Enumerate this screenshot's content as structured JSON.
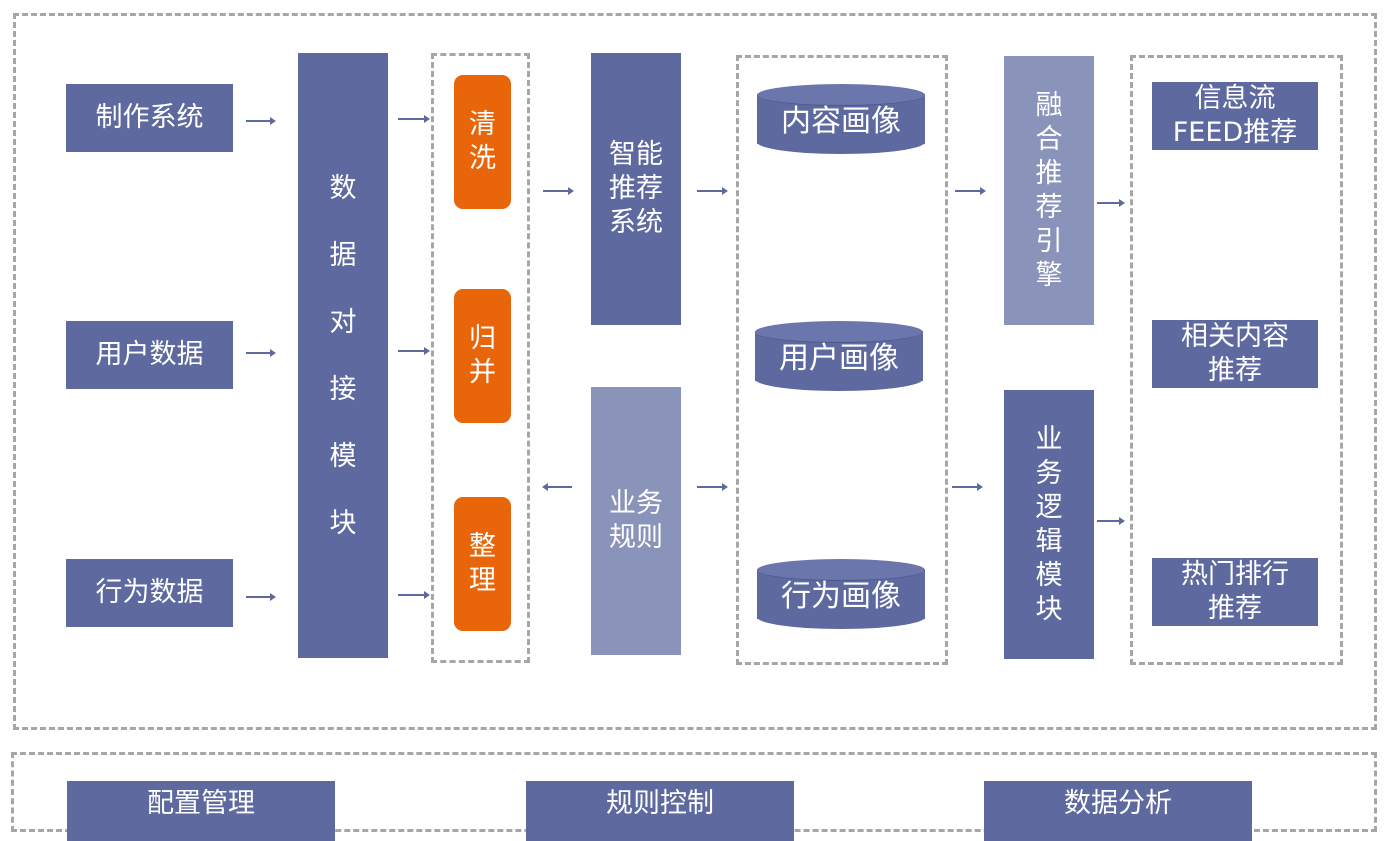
{
  "sources": [
    "制作系统",
    "用户数据",
    "行为数据"
  ],
  "data_module": "数\n据\n对\n接\n模\n块",
  "processing": [
    "清\n洗",
    "归\n并",
    "整\n理"
  ],
  "smart_system": "智能\n推荐\n系统",
  "business_rules": "业务\n规则",
  "profiles": [
    "内容画像",
    "用户画像",
    "行为画像"
  ],
  "fusion_engine": "融\n合\n推\n荐\n引\n擎",
  "business_logic": "业\n务\n逻\n辑\n模\n块",
  "outputs": [
    "信息流\nFEED推荐",
    "相关内容\n推荐",
    "热门排行\n推荐"
  ],
  "bottom_tools": [
    "配置管理",
    "规则控制",
    "数据分析"
  ],
  "colors": {
    "primary": "#5e6a9f",
    "secondary": "#8a94bb",
    "accent": "#e8650a",
    "dash": "#a6a6a6"
  }
}
